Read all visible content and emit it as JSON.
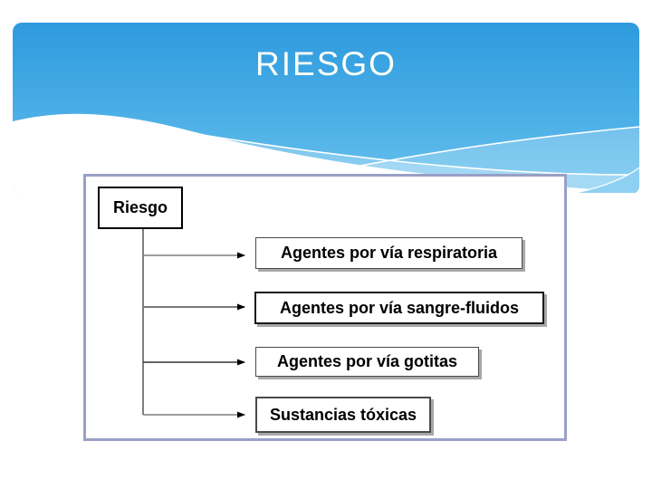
{
  "slide": {
    "title": "RIESGO"
  },
  "diagram": {
    "root": {
      "label": "Riesgo"
    },
    "children": [
      {
        "label": "Agentes por vía respiratoria"
      },
      {
        "label": "Agentes por vía sangre-fluidos"
      },
      {
        "label": "Agentes por vía gotitas"
      },
      {
        "label": "Sustancias tóxicas"
      }
    ]
  },
  "colors": {
    "header_gradient_top": "#2D9ADE",
    "header_gradient_bottom": "#6BC3EE",
    "panel_border": "#99A0C6",
    "connector_gray": "#7F7F7F",
    "node_border": "#000000",
    "title_text": "#FBFEF8"
  }
}
